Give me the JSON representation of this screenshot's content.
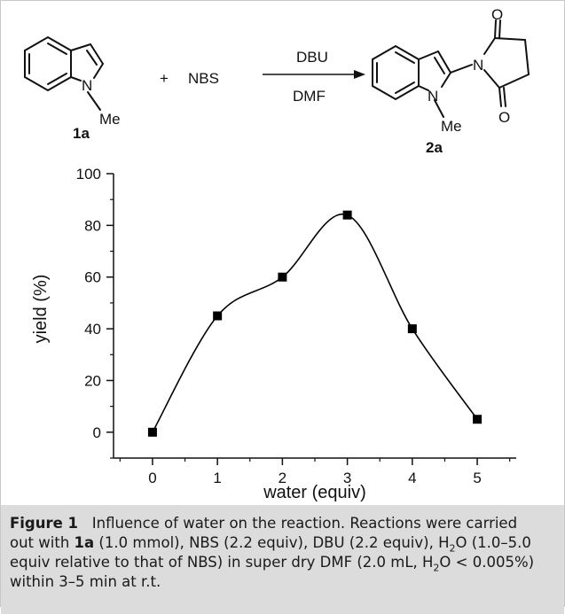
{
  "scheme": {
    "reactant_label": "1a",
    "product_label": "2a",
    "plus": "+",
    "reagent": "NBS",
    "condition_top": "DBU",
    "condition_bottom": "DMF",
    "n_label": "N",
    "me_label": "Me",
    "o_label": "O"
  },
  "chart_data": {
    "type": "line",
    "x": [
      0,
      1,
      2,
      3,
      4,
      5
    ],
    "series": [
      {
        "values": [
          0,
          45,
          60,
          84,
          40,
          5
        ]
      }
    ],
    "xlabel": "water (equiv)",
    "ylabel": "yield (%)",
    "xlim": [
      -0.6,
      5.6
    ],
    "ylim": [
      -10,
      100
    ],
    "xticks": [
      0,
      1,
      2,
      3,
      4,
      5
    ],
    "yticks": [
      0,
      20,
      40,
      60,
      80,
      100
    ],
    "marker": "square",
    "color": "#000000",
    "grid": false
  },
  "caption": {
    "figure_label": "Figure 1",
    "l1_title": "Influence of water on the reaction. Reactions were carried",
    "l2_pre": "out with ",
    "l2_bold": "1a",
    "l2_post": " (1.0 mmol), NBS (2.2 equiv), DBU (2.2 equiv), H",
    "sub2a": "2",
    "l2_tail": "O (1.0–5.0",
    "l3": "equiv relative to that of NBS) in super dry DMF (2.0 mL, H",
    "sub2b": "2",
    "l3_tail": "O < 0.005%)",
    "l4": "within 3–5 min at r.t."
  }
}
